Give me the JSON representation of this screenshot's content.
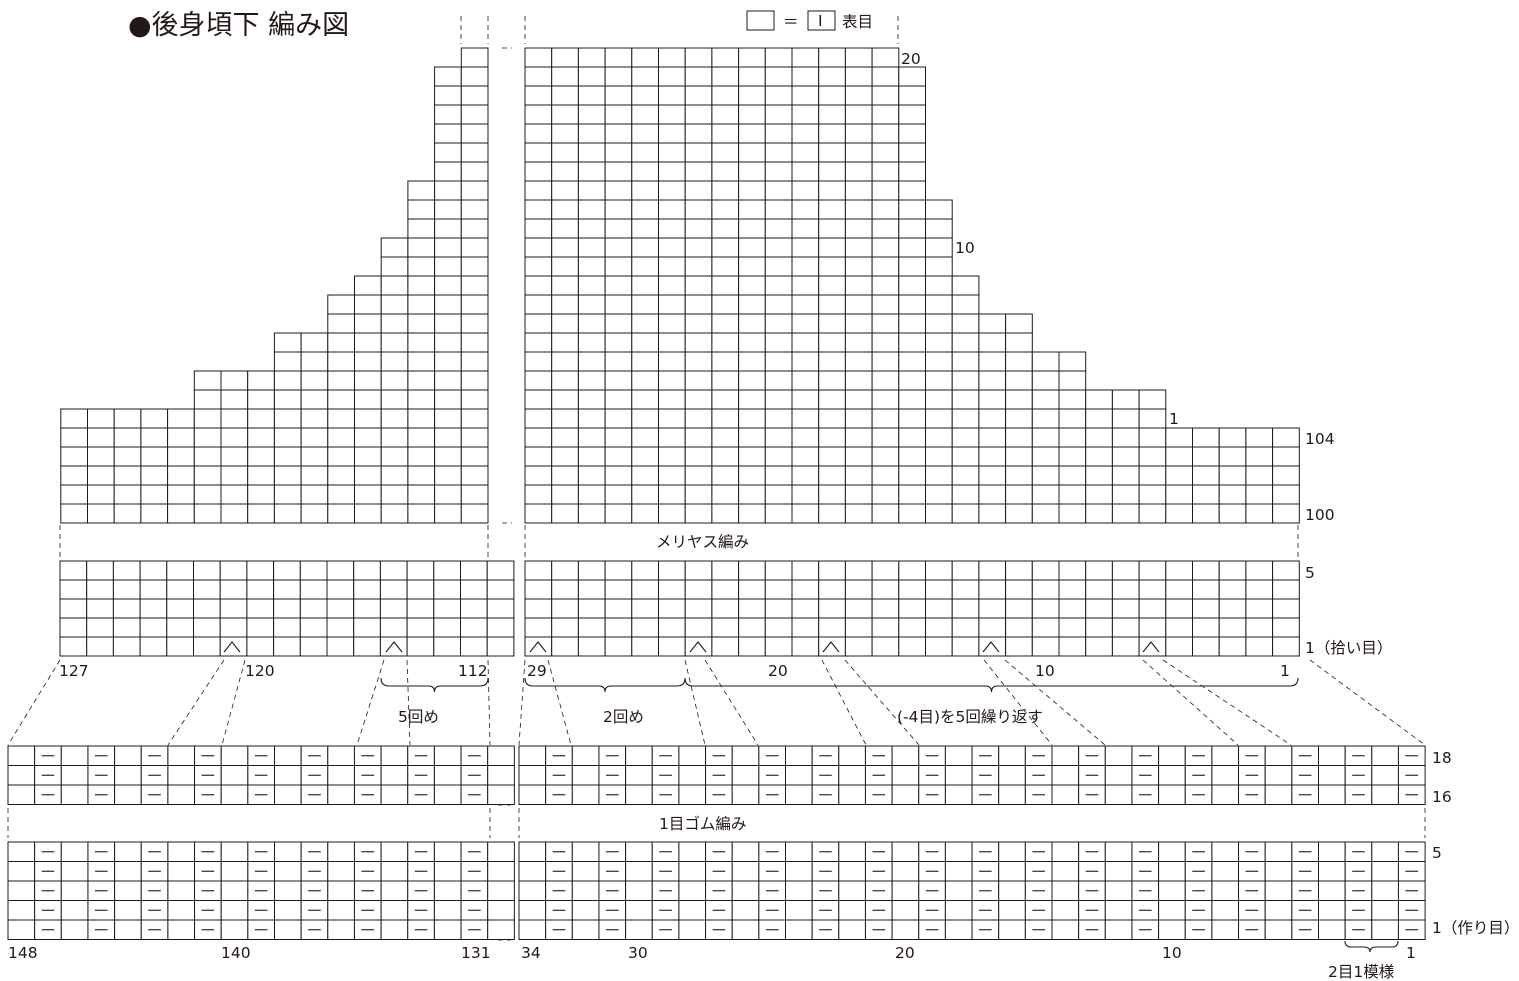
{
  "title": "●後身頃下 編み図",
  "legend": {
    "equals": "＝",
    "symbol": "I",
    "label": "表目"
  },
  "top_chart": {
    "section_label": "メリヤス編み",
    "decrease_symbol": "⋏",
    "row_labels": [
      "20",
      "10",
      "1",
      "104",
      "100",
      "5",
      "1（拾い目）"
    ],
    "stitch_labels": [
      "127",
      "120",
      "112",
      "29",
      "20",
      "10",
      "1"
    ],
    "brace_notes": [
      "5回め",
      "2回め",
      "(-4目)を5回繰り返す"
    ]
  },
  "bottom_chart": {
    "section_label": "1目ゴム編み",
    "purl_symbol": "－",
    "row_labels": [
      "18",
      "16",
      "5",
      "1（作り目）"
    ],
    "stitch_labels": [
      "148",
      "140",
      "131",
      "34",
      "30",
      "20",
      "10",
      "1"
    ],
    "pattern_note": "2目1模様"
  }
}
